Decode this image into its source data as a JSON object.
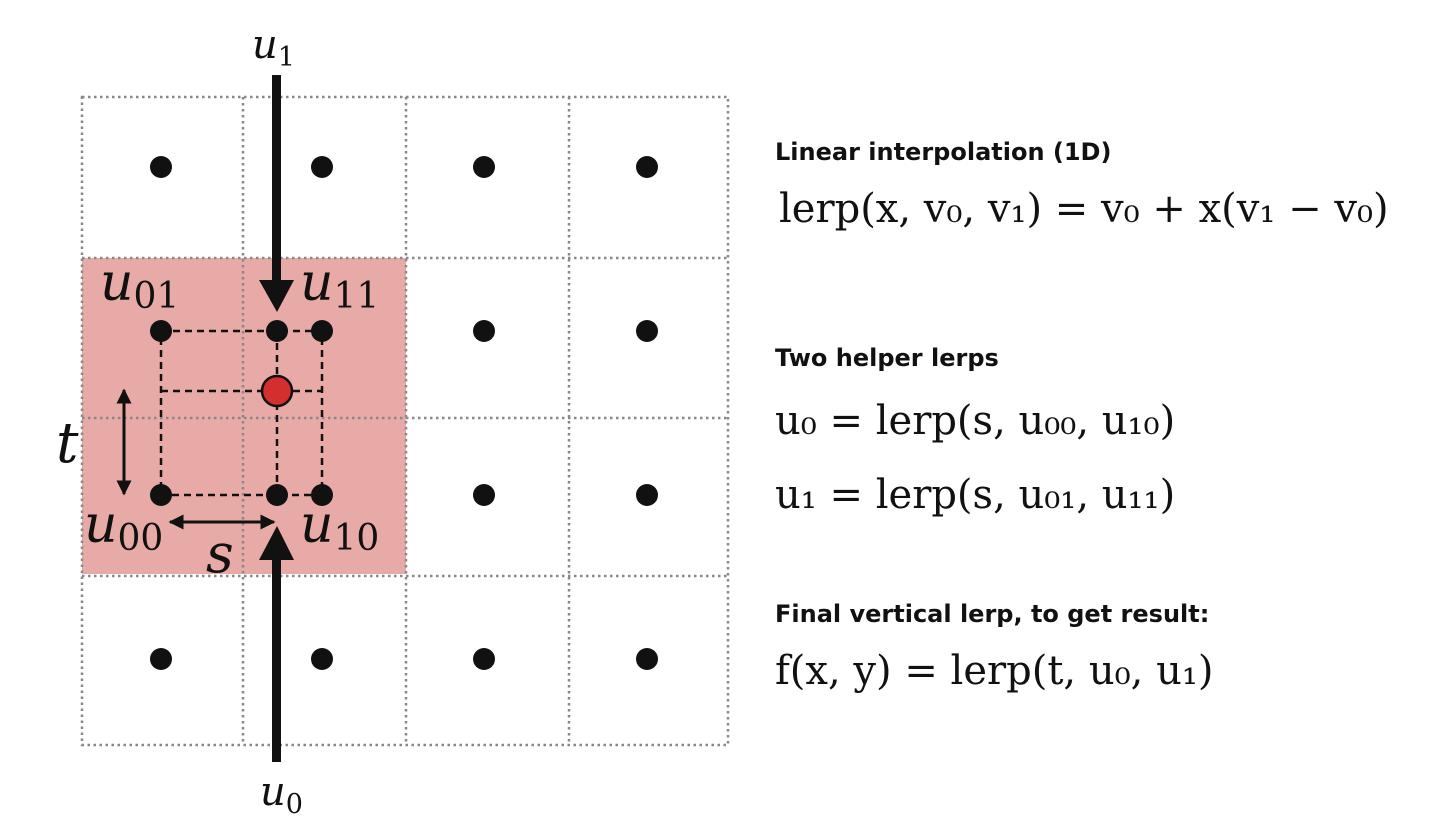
{
  "diagram": {
    "labels": {
      "u1_top": "u",
      "u1_top_sub": "1",
      "u0_bottom": "u",
      "u0_bottom_sub": "0",
      "u01": "u",
      "u01_sub": "01",
      "u11": "u",
      "u11_sub": "11",
      "u00": "u",
      "u00_sub": "00",
      "u10": "u",
      "u10_sub": "10",
      "t": "t",
      "s": "s"
    },
    "colors": {
      "highlight": "#e8aaa6",
      "sample_point": "#d32f2f",
      "grid_line": "#888888",
      "ink": "#111111"
    }
  },
  "sections": [
    {
      "heading": "Linear interpolation (1D)",
      "equations": [
        "lerp(x, v₀, v₁) = v₀ + x(v₁ − v₀)"
      ]
    },
    {
      "heading": "Two helper lerps",
      "equations": [
        "u₀ = lerp(s, u₀₀, u₁₀)",
        "u₁ = lerp(s, u₀₁, u₁₁)"
      ]
    },
    {
      "heading": "Final vertical lerp, to get result:",
      "equations": [
        "f(x, y) = lerp(t, u₀, u₁)"
      ]
    }
  ]
}
